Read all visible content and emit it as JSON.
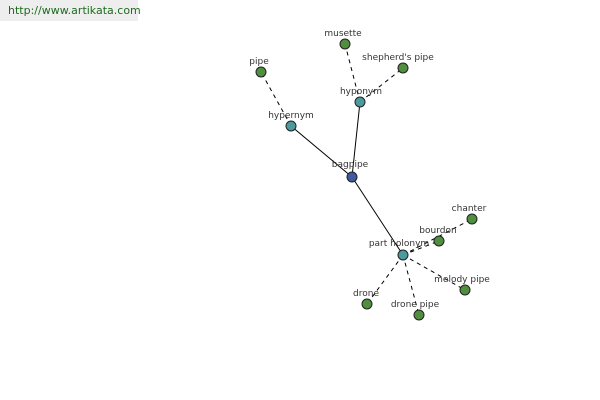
{
  "source_link": "http://www.artikata.com",
  "colors": {
    "center": "#3f5aa0",
    "relation": "#4a9a9e",
    "leaf": "#4f8f3f",
    "stroke": "#222222",
    "edge": "#000000",
    "watermark_bg": "#eeeeee",
    "watermark_text": "#1e6b1e"
  },
  "graph": {
    "nodes": [
      {
        "id": "bagpipe",
        "label": "bagpipe",
        "kind": "center"
      },
      {
        "id": "hypernym",
        "label": "hypernym",
        "kind": "relation"
      },
      {
        "id": "hyponym",
        "label": "hyponym",
        "kind": "relation"
      },
      {
        "id": "part_holonym",
        "label": "part holonym",
        "kind": "relation"
      },
      {
        "id": "pipe",
        "label": "pipe",
        "kind": "leaf"
      },
      {
        "id": "musette",
        "label": "musette",
        "kind": "leaf"
      },
      {
        "id": "shepherds_pipe",
        "label": "shepherd's pipe",
        "kind": "leaf"
      },
      {
        "id": "chanter",
        "label": "chanter",
        "kind": "leaf"
      },
      {
        "id": "bourdon",
        "label": "bourdon",
        "kind": "leaf"
      },
      {
        "id": "melody_pipe",
        "label": "melody pipe",
        "kind": "leaf"
      },
      {
        "id": "drone",
        "label": "drone",
        "kind": "leaf"
      },
      {
        "id": "drone_pipe",
        "label": "drone pipe",
        "kind": "leaf"
      }
    ],
    "edges": [
      {
        "from": "bagpipe",
        "to": "hypernym",
        "style": "solid"
      },
      {
        "from": "bagpipe",
        "to": "hyponym",
        "style": "solid"
      },
      {
        "from": "bagpipe",
        "to": "part_holonym",
        "style": "solid"
      },
      {
        "from": "hypernym",
        "to": "pipe",
        "style": "dashed"
      },
      {
        "from": "hyponym",
        "to": "musette",
        "style": "dashed"
      },
      {
        "from": "hyponym",
        "to": "shepherds_pipe",
        "style": "dashed"
      },
      {
        "from": "part_holonym",
        "to": "chanter",
        "style": "dashed"
      },
      {
        "from": "part_holonym",
        "to": "bourdon",
        "style": "dashed"
      },
      {
        "from": "part_holonym",
        "to": "melody_pipe",
        "style": "dashed"
      },
      {
        "from": "part_holonym",
        "to": "drone",
        "style": "dashed"
      },
      {
        "from": "part_holonym",
        "to": "drone_pipe",
        "style": "dashed"
      }
    ]
  }
}
